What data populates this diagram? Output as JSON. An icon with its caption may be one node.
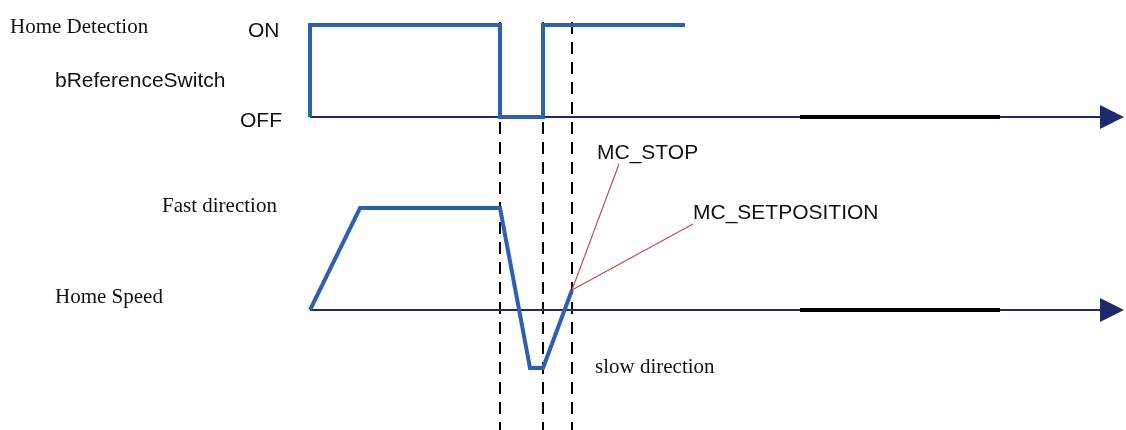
{
  "diagram": {
    "nodes": [
      {
        "text": [
          "MC_STOP"
        ]
      },
      {
        "text": [
          "MC_SETPOSITION"
        ]
      },
      {
        "text": [],
        "shape": "picture"
      }
    ],
    "edges": [
      {
        "from": 0,
        "to": 2,
        "arrow": "none"
      },
      {
        "from": 1,
        "to": 2,
        "arrow": "none"
      }
    ],
    "labels": [
      "Home Detection",
      "ON",
      "bReferenceSwitch",
      "OFF",
      "Fast direction",
      "Home Speed",
      "slow direction"
    ]
  }
}
